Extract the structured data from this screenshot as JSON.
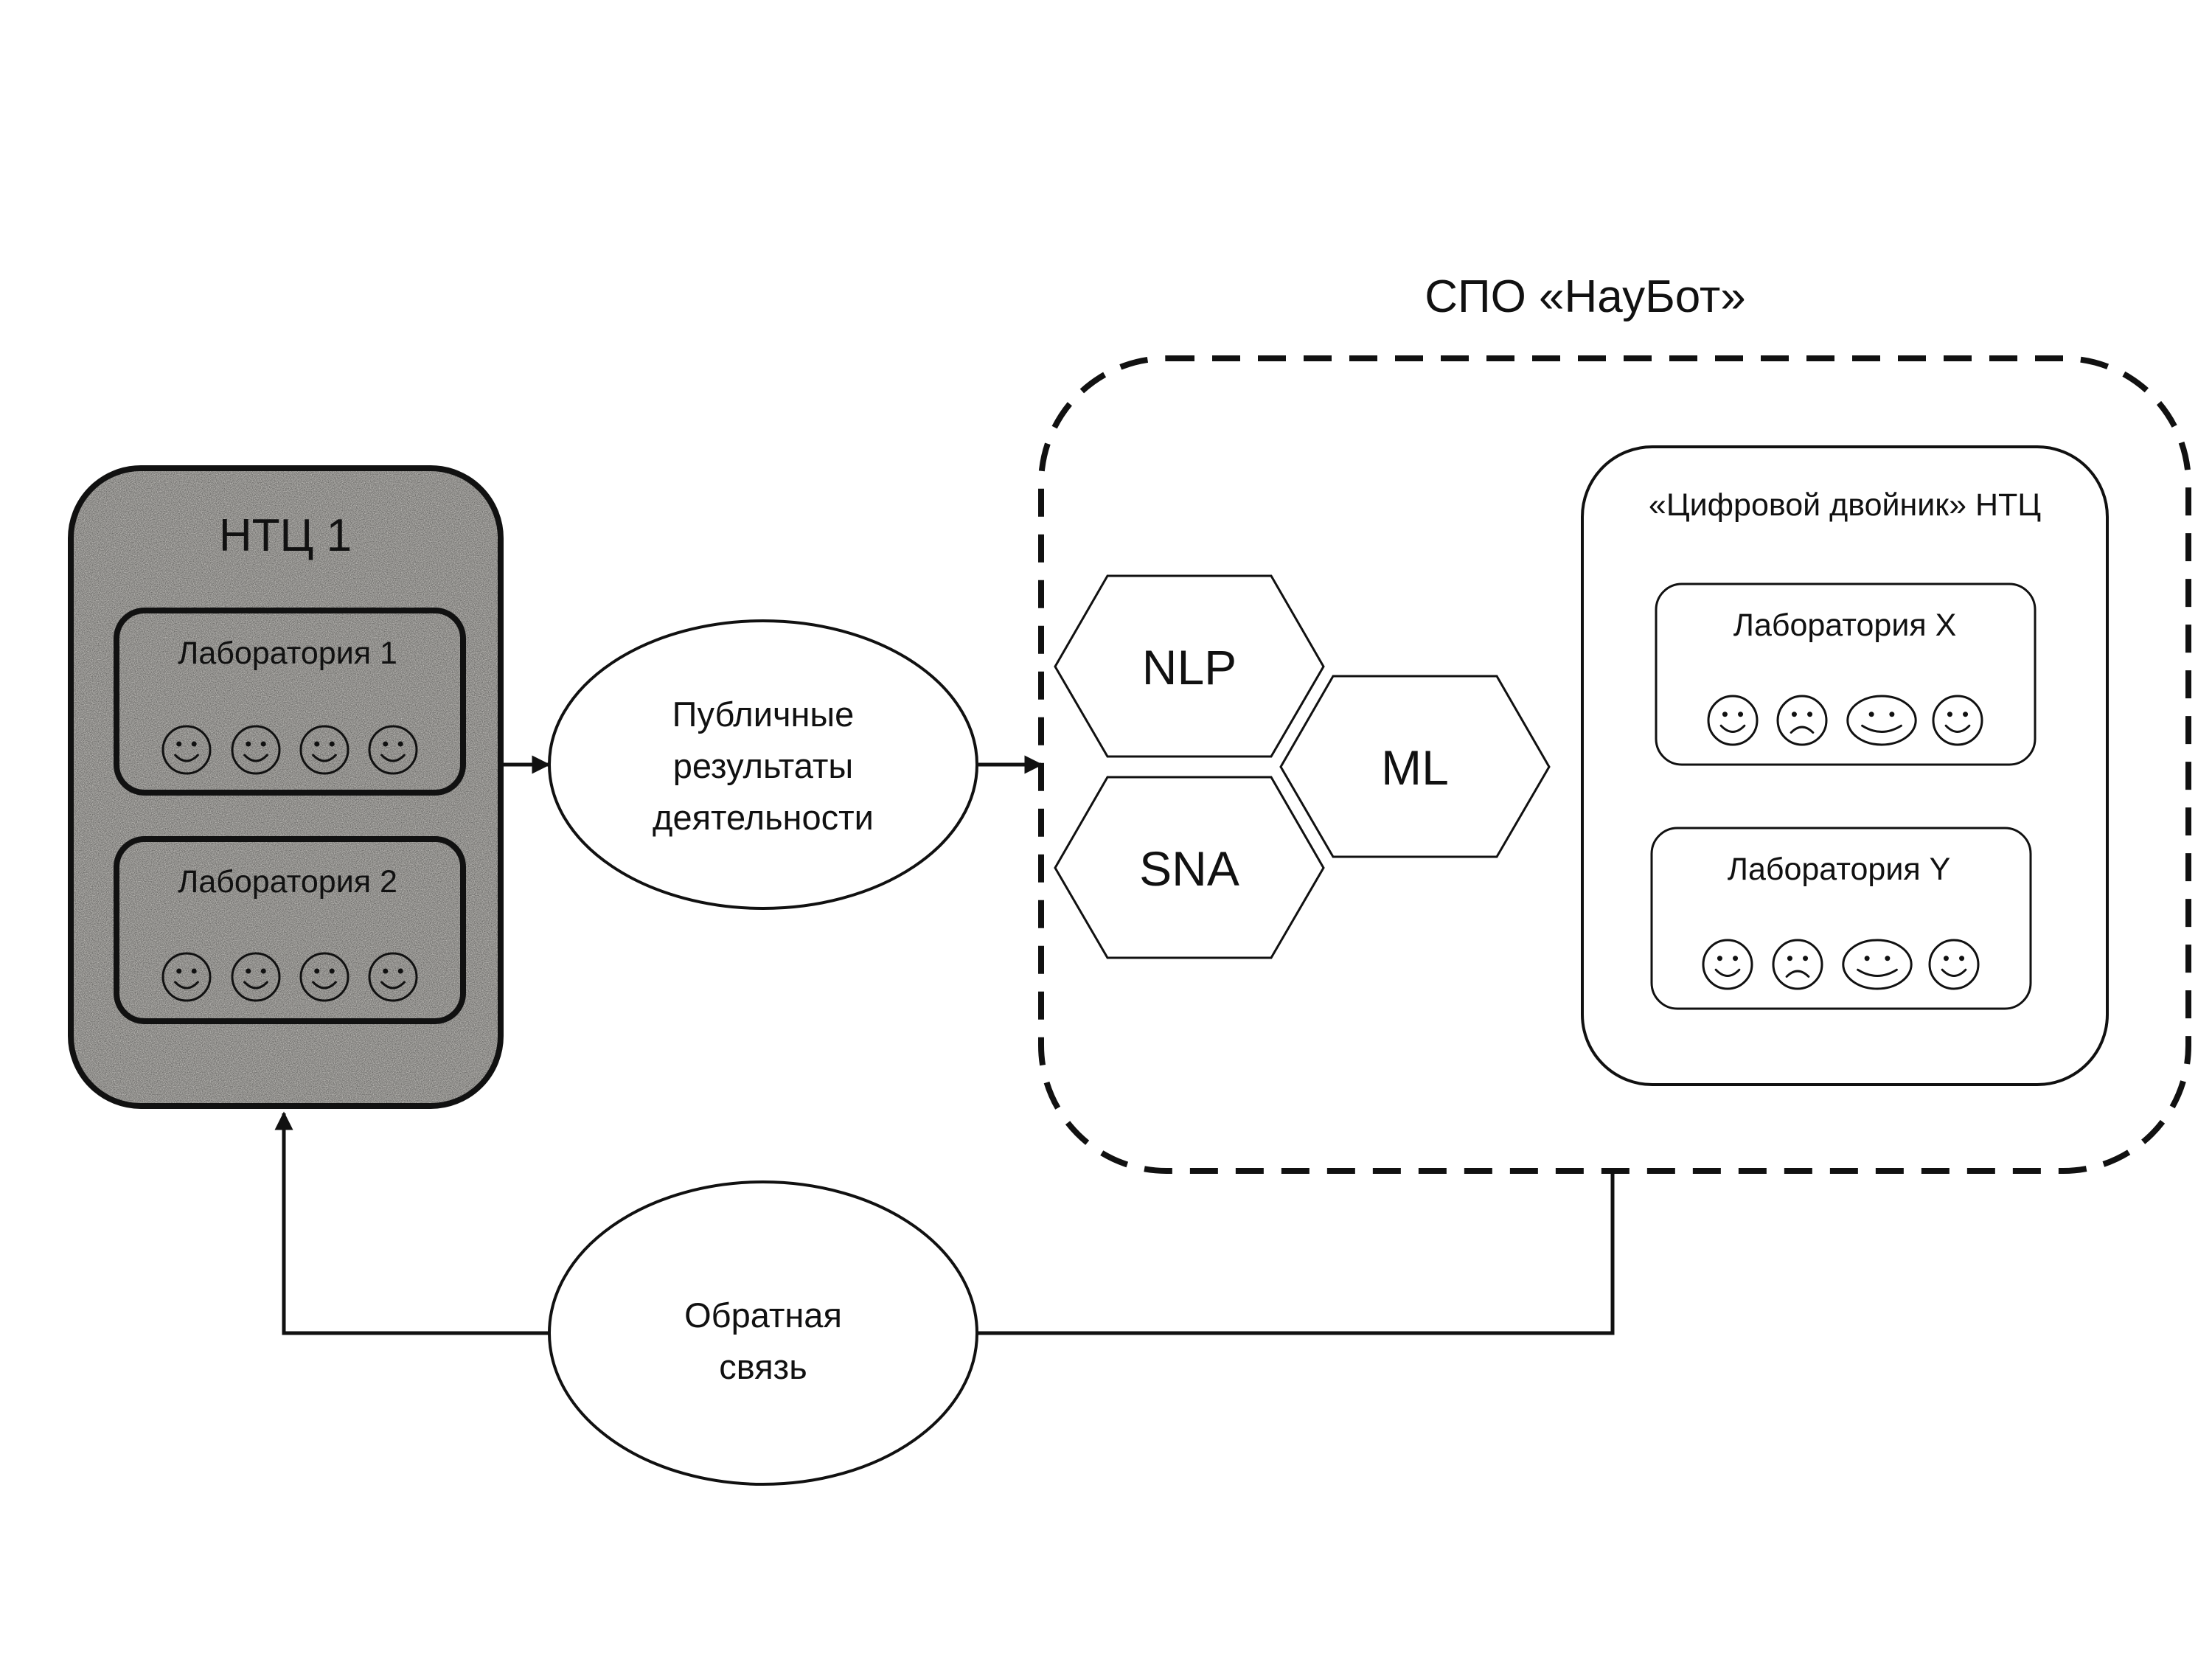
{
  "ntc_panel": {
    "title": "НТЦ 1",
    "labs": [
      {
        "label": "Лаборатория 1",
        "faces": [
          "smile",
          "smile",
          "smile",
          "smile"
        ]
      },
      {
        "label": "Лаборатория 2",
        "faces": [
          "smile",
          "smile",
          "smile",
          "smile"
        ]
      }
    ]
  },
  "public_results": {
    "line1": "Публичные",
    "line2": "результаты",
    "line3": "деятельности"
  },
  "system": {
    "title": "СПО «НауБот»",
    "modules": [
      "NLP",
      "ML",
      "SNA"
    ],
    "twin": {
      "title": "«Цифровой двойник» НТЦ",
      "labs": [
        {
          "label": "Лаборатория X",
          "faces": [
            "smile",
            "sad",
            "wide-smile",
            "smile"
          ]
        },
        {
          "label": "Лаборатория Y",
          "faces": [
            "smile",
            "sad",
            "wide-smile",
            "smile"
          ]
        }
      ]
    }
  },
  "feedback": {
    "line1": "Обратная",
    "line2": "связь"
  },
  "colors": {
    "ink": "#111111",
    "panel_fill": "#e3e1dc",
    "background": "#ffffff"
  }
}
